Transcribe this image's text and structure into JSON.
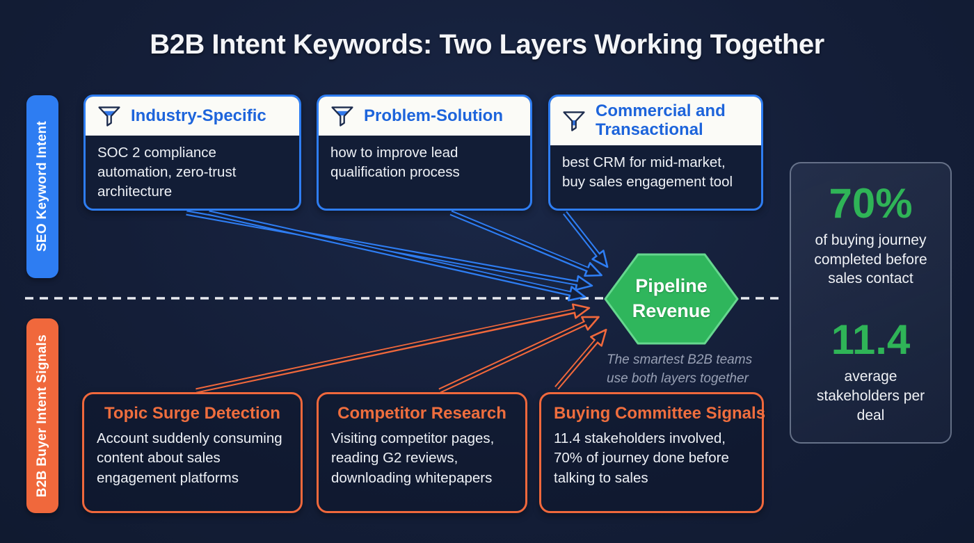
{
  "title": "B2B Intent Keywords: Two Layers Working Together",
  "colors": {
    "background": "#141e38",
    "seo_accent": "#2e7df2",
    "seo_header_text": "#1d64db",
    "buyer_accent": "#f0683c",
    "hexagon_fill": "#2fb65c",
    "hexagon_border": "#66d78f",
    "stat_green": "#2fb457",
    "caption_gray": "#99a1b5",
    "card_text": "#eef1f6",
    "dashed_line": "#e8eaf0"
  },
  "layers": {
    "seo": {
      "label": "SEO Keyword Intent"
    },
    "buyer": {
      "label": "B2B Buyer Intent Signals"
    }
  },
  "seo_cards": [
    {
      "icon": "funnel-icon",
      "title": "Industry-Specific",
      "body": "SOC 2 compliance automation, zero-trust architecture"
    },
    {
      "icon": "funnel-icon",
      "title": "Problem-Solution",
      "body": "how to improve lead qualification process"
    },
    {
      "icon": "funnel-icon",
      "title": "Commercial and Transactional",
      "body": "best CRM for mid-market, buy sales engagement tool"
    }
  ],
  "buyer_cards": [
    {
      "title": "Topic Surge Detection",
      "body": "Account suddenly consuming content about sales engagement platforms"
    },
    {
      "title": "Competitor Research",
      "body": "Visiting competitor pages, reading G2 reviews, downloading whitepapers"
    },
    {
      "title": "Buying Committee Signals",
      "body": "11.4 stakeholders involved, 70% of journey done before talking to sales"
    }
  ],
  "hexagon": {
    "line1": "Pipeline",
    "line2": "Revenue"
  },
  "caption": "The smartest B2B teams\nuse both layers together",
  "stats": [
    {
      "value": "70%",
      "label": "of buying journey completed before sales contact"
    },
    {
      "value": "11.4",
      "label": "average stakeholders per deal"
    }
  ]
}
